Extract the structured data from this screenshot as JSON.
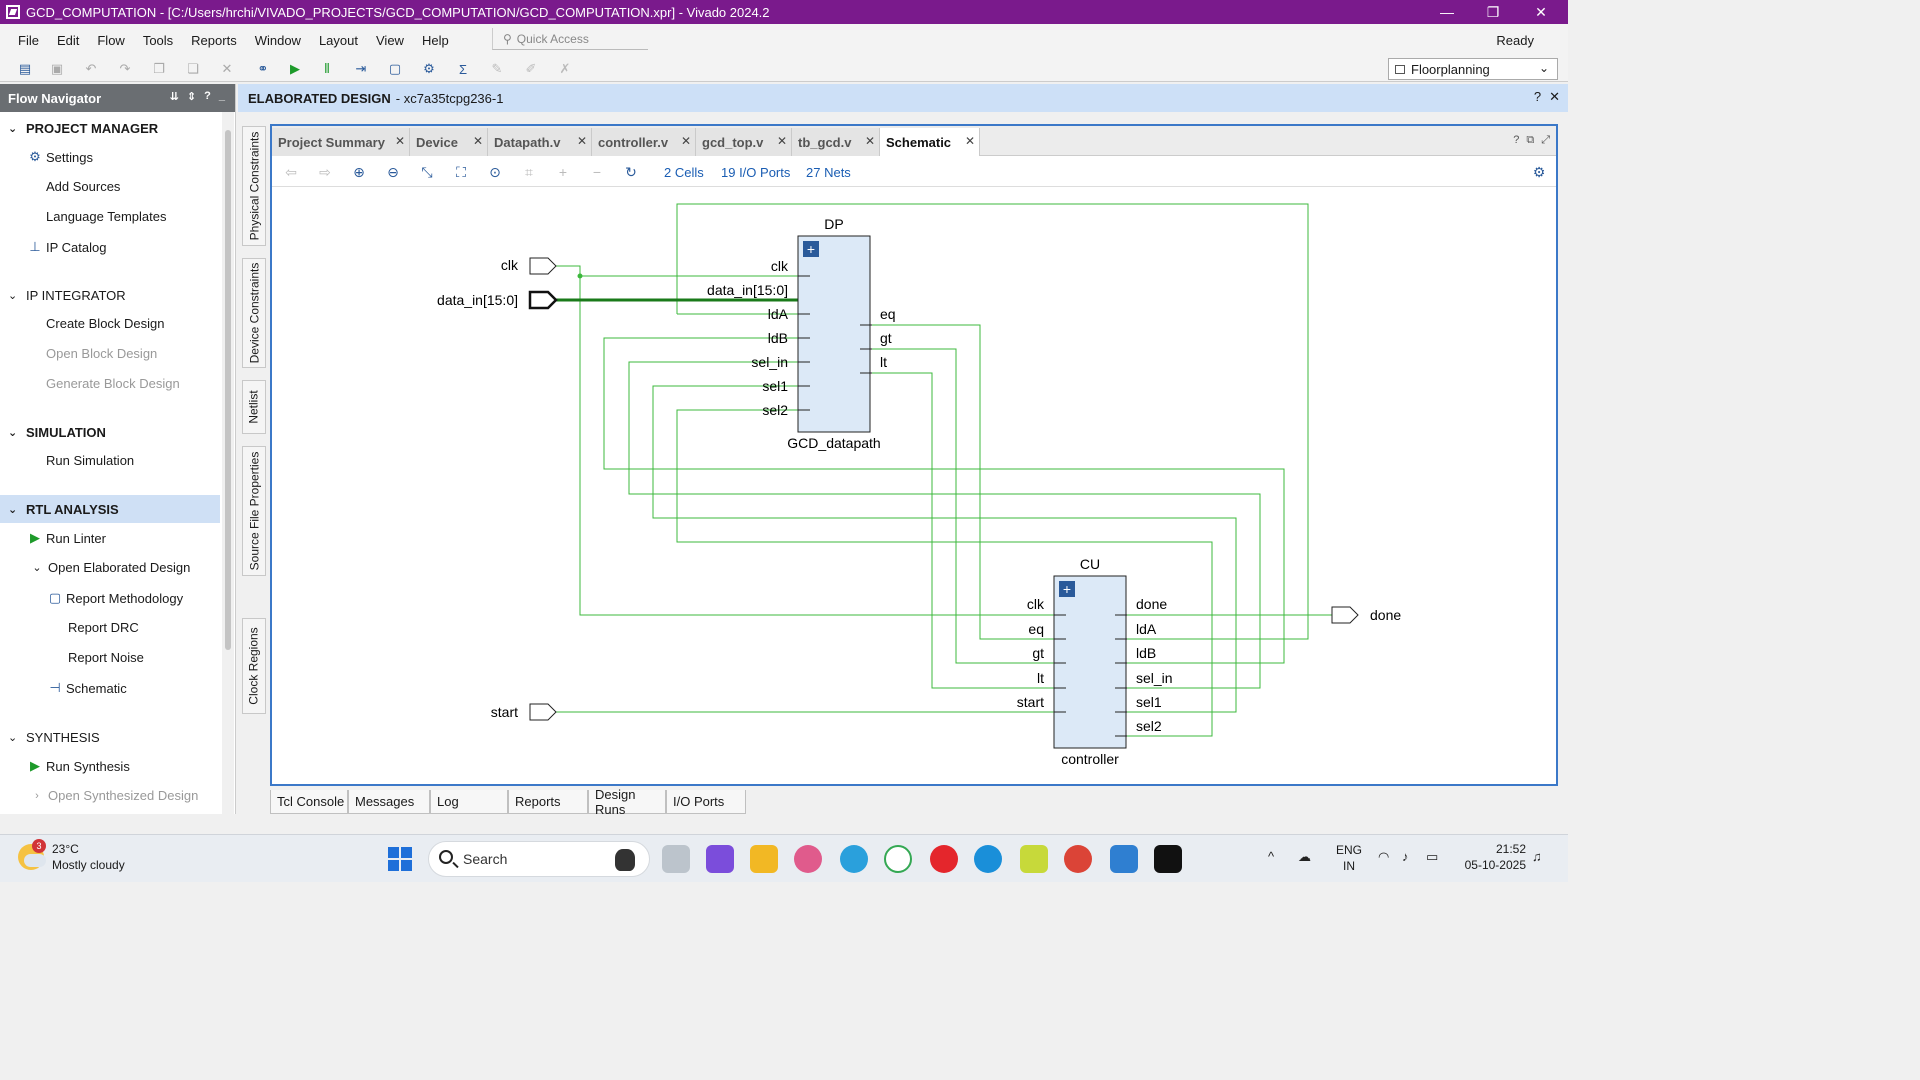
{
  "window": {
    "title": "GCD_COMPUTATION - [C:/Users/hrchi/VIVADO_PROJECTS/GCD_COMPUTATION/GCD_COMPUTATION.xpr] - Vivado 2024.2",
    "minimize": "—",
    "restore": "❐",
    "close": "✕"
  },
  "menu": {
    "items": [
      "File",
      "Edit",
      "Flow",
      "Tools",
      "Reports",
      "Window",
      "Layout",
      "View",
      "Help"
    ],
    "quick_access": "Quick Access",
    "status": "Ready"
  },
  "toolbar": {
    "layout_selected": "Floorplanning"
  },
  "flow_navigator": {
    "title": "Flow Navigator",
    "sections": {
      "project_manager": "PROJECT MANAGER",
      "ip_integrator": "IP INTEGRATOR",
      "simulation": "SIMULATION",
      "rtl_analysis": "RTL ANALYSIS",
      "synthesis": "SYNTHESIS"
    },
    "items": {
      "settings": "Settings",
      "add_sources": "Add Sources",
      "language_templates": "Language Templates",
      "ip_catalog": "IP Catalog",
      "create_block_design": "Create Block Design",
      "open_block_design": "Open Block Design",
      "generate_block_design": "Generate Block Design",
      "run_simulation": "Run Simulation",
      "run_linter": "Run Linter",
      "open_elaborated_design": "Open Elaborated Design",
      "report_methodology": "Report Methodology",
      "report_drc": "Report DRC",
      "report_noise": "Report Noise",
      "schematic": "Schematic",
      "run_synthesis": "Run Synthesis",
      "open_synthesized_design": "Open Synthesized Design"
    }
  },
  "vertical_tabs": [
    "Physical Constraints",
    "Device Constraints",
    "Netlist",
    "Source File Properties",
    "Clock Regions"
  ],
  "design_header": {
    "title": "ELABORATED DESIGN",
    "part": "- xc7a35tcpg236-1"
  },
  "tabs": [
    "Project Summary",
    "Device",
    "Datapath.v",
    "controller.v",
    "gcd_top.v",
    "tb_gcd.v",
    "Schematic"
  ],
  "schematic_toolbar": {
    "cells": "2 Cells",
    "io_ports": "19 I/O Ports",
    "nets": "27 Nets"
  },
  "schematic": {
    "dp": {
      "instance": "DP",
      "module": "GCD_datapath",
      "inputs": [
        "clk",
        "data_in[15:0]",
        "ldA",
        "ldB",
        "sel_in",
        "sel1",
        "sel2"
      ],
      "outputs": [
        "eq",
        "gt",
        "lt"
      ]
    },
    "cu": {
      "instance": "CU",
      "module": "controller",
      "inputs": [
        "clk",
        "eq",
        "gt",
        "lt",
        "start"
      ],
      "outputs": [
        "done",
        "ldA",
        "ldB",
        "sel_in",
        "sel1",
        "sel2"
      ]
    },
    "ports": {
      "clk": "clk",
      "data_in": "data_in[15:0]",
      "start": "start",
      "done": "done"
    },
    "wire_color": "#3cb83c",
    "cell_fill": "#dce9f7"
  },
  "bottom_tabs": [
    "Tcl Console",
    "Messages",
    "Log",
    "Reports",
    "Design Runs",
    "I/O Ports"
  ],
  "taskbar": {
    "weather_temp": "23°C",
    "weather_desc": "Mostly cloudy",
    "weather_badge": "3",
    "search": "Search",
    "lang_1": "ENG",
    "lang_2": "IN",
    "time": "21:52",
    "date": "05-10-2025"
  }
}
